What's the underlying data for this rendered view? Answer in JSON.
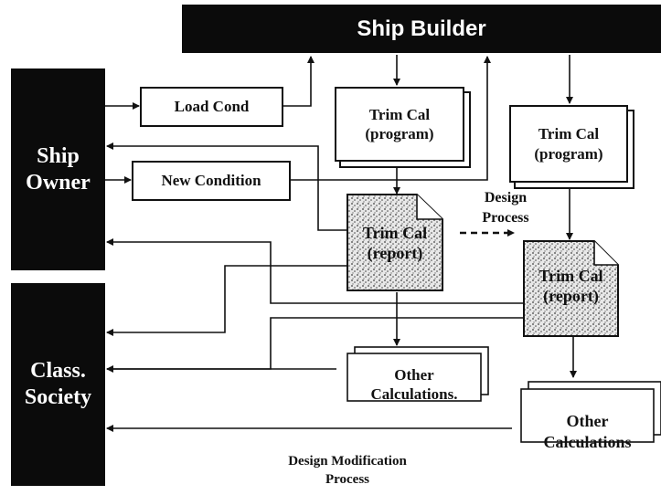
{
  "actors": {
    "ship_builder": "Ship Builder",
    "ship_owner": "Ship\nOwner",
    "class_society": "Class.\nSociety"
  },
  "boxes": {
    "load_cond": "Load Cond",
    "new_condition": "New Condition",
    "trim_cal_program_left": "Trim Cal\n(program)",
    "trim_cal_program_right": "Trim Cal\n(program)",
    "trim_cal_report_left": "Trim Cal\n(report)",
    "trim_cal_report_right": "Trim Cal\n(report)",
    "other_calc_left": "Other\nCalculations.",
    "other_calc_right": "Other\nCalculations"
  },
  "labels": {
    "design_process": "Design\nProcess",
    "design_modification_process": "Design Modification\nProcess"
  },
  "colors": {
    "ink": "#111111",
    "actor_fill": "#0b0b0b",
    "report_texture": "#9a9a9a"
  }
}
